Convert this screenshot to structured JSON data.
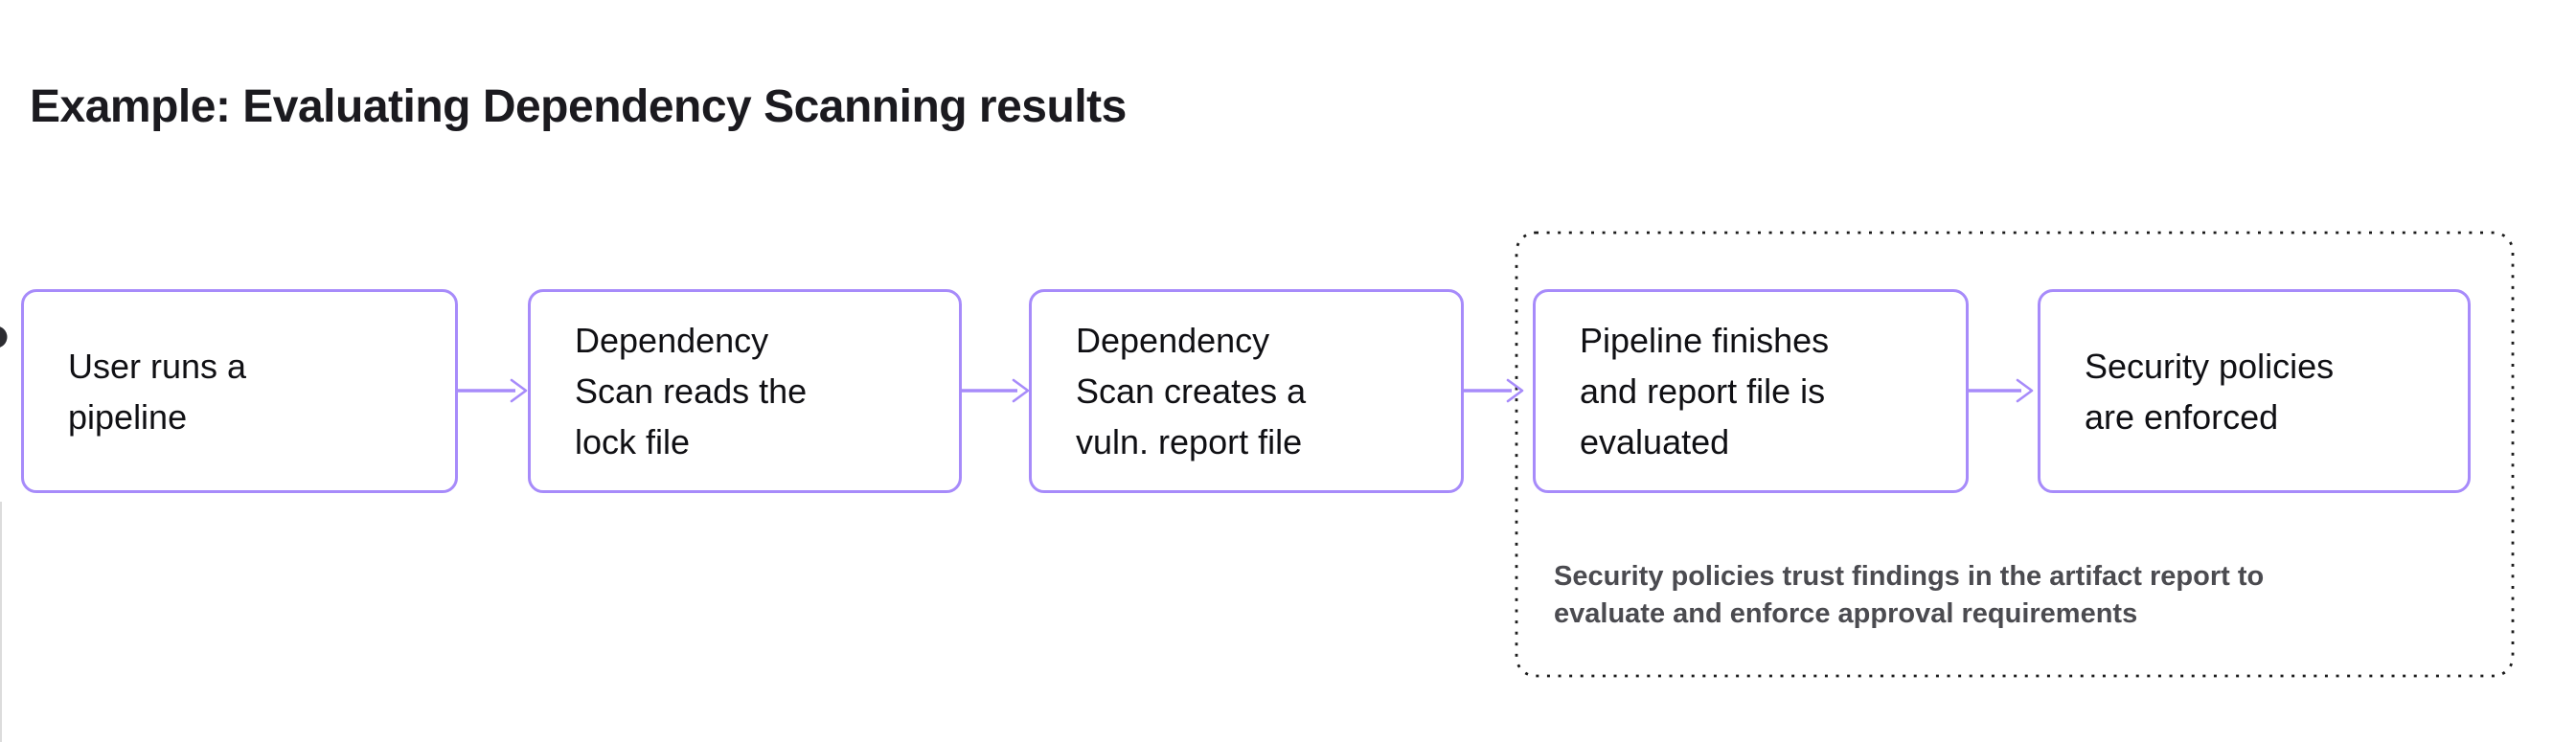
{
  "title": "Example: Evaluating Dependency Scanning results",
  "colors": {
    "background": "#ffffff",
    "accent_purple": "#a78bfa",
    "dotted_group_border": "#1c1c1c",
    "step_text": "#101014",
    "title_text": "#1b1a1f",
    "note_text": "#4b4b50"
  },
  "connectors": {
    "icon": "arrow-right-icon",
    "glyph": "→",
    "color": "#a78bfa",
    "count": 4
  },
  "flow": {
    "steps": [
      {
        "label": "User runs a pipeline",
        "lines": [
          "User runs a",
          "pipeline"
        ]
      },
      {
        "label": "Dependency Scan reads the lock file",
        "lines": [
          "Dependency",
          "Scan reads the",
          "lock file"
        ]
      },
      {
        "label": "Dependency Scan creates a vuln. report file",
        "lines": [
          "Dependency",
          "Scan creates a",
          "vuln. report file"
        ]
      },
      {
        "label": "Pipeline finishes and report file is evaluated",
        "lines": [
          "Pipeline finishes",
          "and report file is",
          "evaluated"
        ]
      },
      {
        "label": "Security policies are enforced",
        "lines": [
          "Security policies",
          "are enforced"
        ]
      }
    ],
    "note": {
      "text": "Security policies trust findings in the artifact report to evaluate and enforce approval requirements",
      "lines": [
        "Security policies trust findings in the artifact report to",
        "evaluate and enforce approval requirements"
      ]
    }
  }
}
